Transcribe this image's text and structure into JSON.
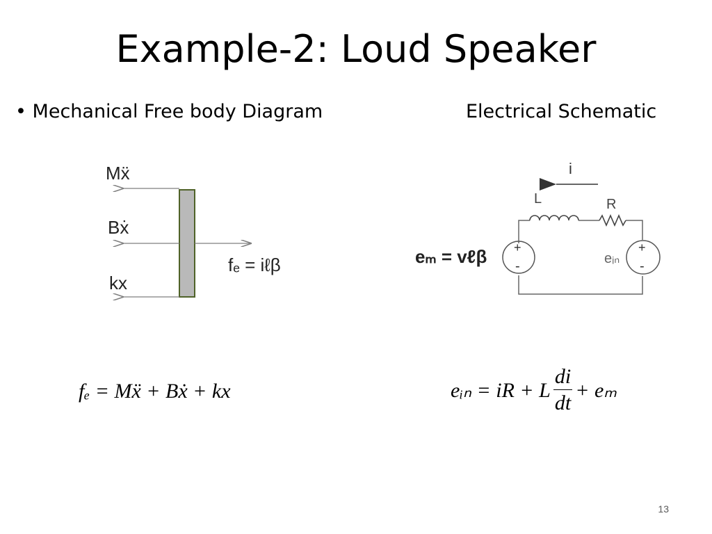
{
  "slide": {
    "title": "Example-2: Loud Speaker",
    "bullet_marker": "•",
    "left_heading": "Mechanical Free body Diagram",
    "right_heading": "Electrical Schematic",
    "slide_number": "13"
  },
  "free_body_diagram": {
    "labels": {
      "inertial_force": "Mẍ",
      "damping_force": "Bẋ",
      "spring_force": "kx",
      "applied_force": "fₑ = iℓβ"
    },
    "colors": {
      "mass_fill": "#b9b9b9",
      "mass_border": "#4f6228",
      "arrow": "#7f7f7f"
    }
  },
  "schematic": {
    "labels": {
      "current": "i",
      "inductor": "L",
      "resistor": "R",
      "back_emf": "eₘ = vℓβ",
      "input_voltage": "eᵢₙ",
      "plus": "+",
      "minus": "-"
    }
  },
  "equations": {
    "mechanical": "fₑ = Mẍ + Bẋ + kx",
    "electrical_lhs": "eᵢₙ = iR + L",
    "electrical_num": "di",
    "electrical_den": "dt",
    "electrical_rhs": "+ eₘ"
  }
}
